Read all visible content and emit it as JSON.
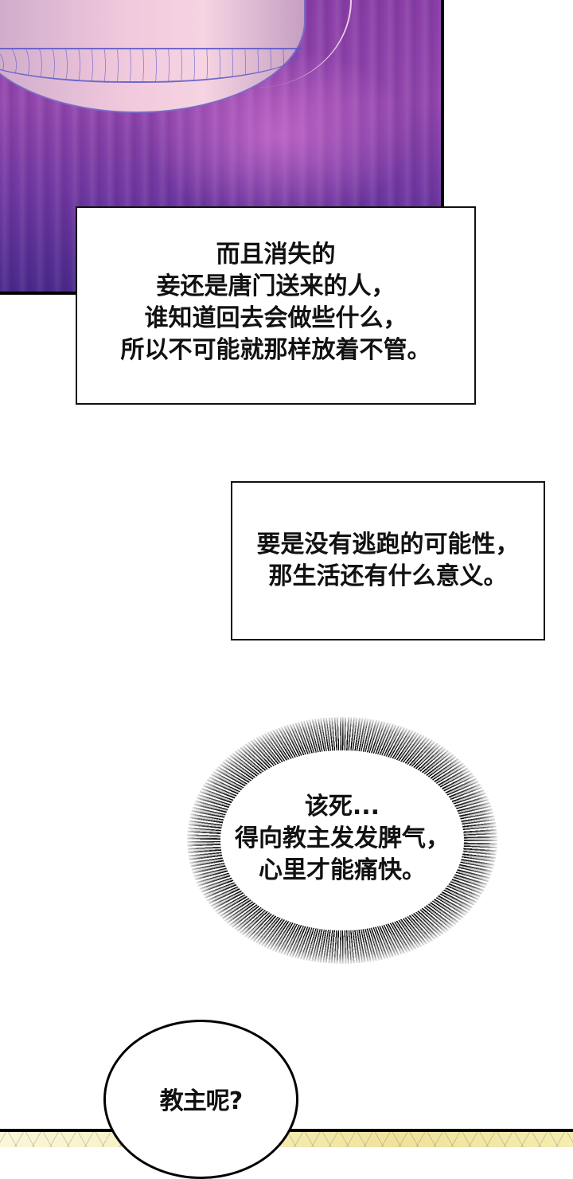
{
  "panels": {
    "top": {
      "scene": "purple curtain with ornate birdcage",
      "colors": {
        "curtain": "#8a3fa8",
        "curtain_dark": "#4a2a8c",
        "cage": "#f0c8dc",
        "cage_line": "#5a58c8"
      }
    },
    "bottom": {
      "scene": "yellow lattice background",
      "colors": {
        "base": "#f6eeb8"
      }
    }
  },
  "captions": [
    {
      "lines": [
        "而且消失的",
        "妾还是唐门送来的人，",
        "谁知道回去会做些什么，",
        "所以不可能就那样放着不管。"
      ]
    },
    {
      "lines": [
        "要是没有逃跑的可能性，",
        "那生活还有什么意义。"
      ]
    }
  ],
  "thought_bubble": {
    "lines": [
      "该死...",
      "得向教主发发脾气，",
      "心里才能痛快。"
    ]
  },
  "speech_bubble": {
    "text": "教主呢?"
  }
}
